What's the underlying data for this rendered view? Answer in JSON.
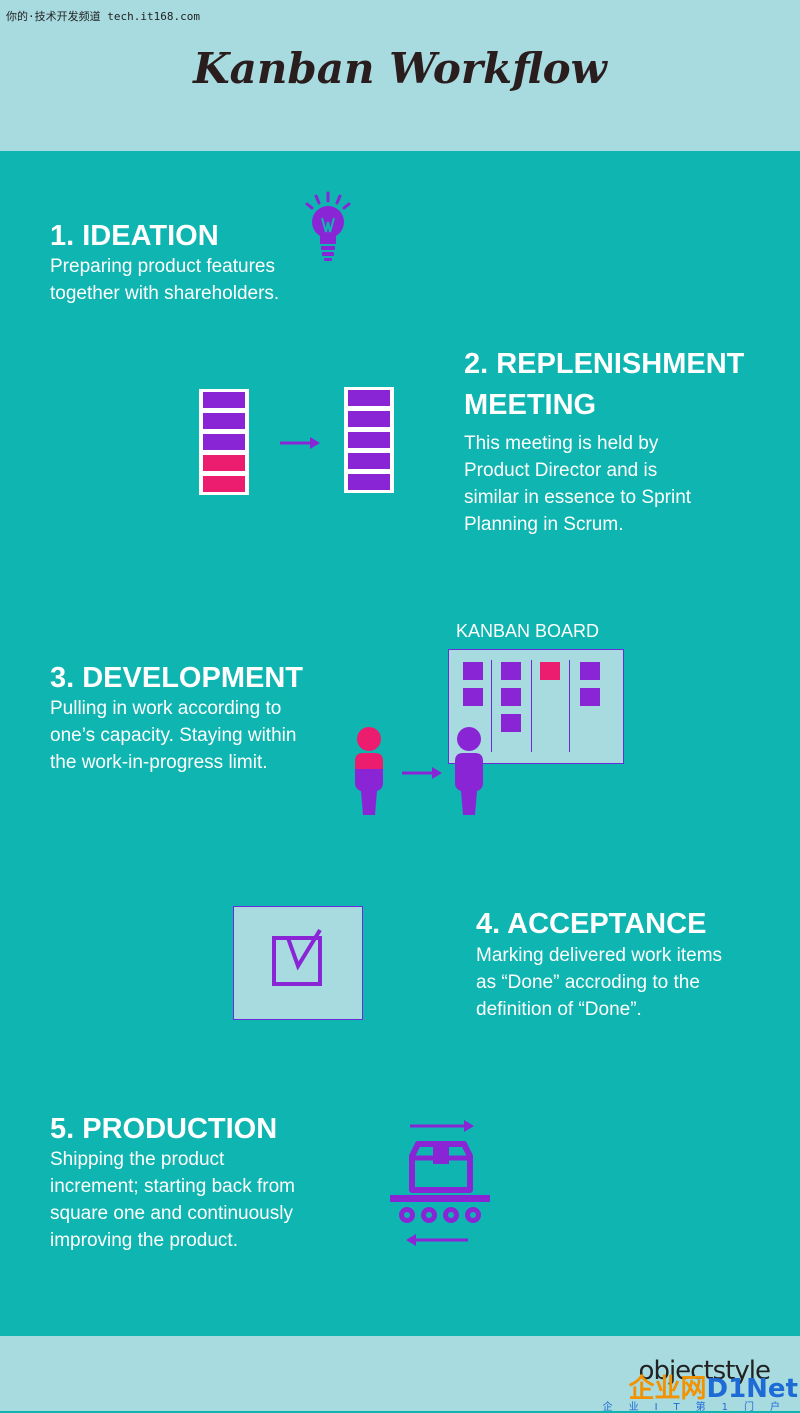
{
  "watermark_top": "你的·技术开发频道 tech.it168.com",
  "title": "Kanban Workflow",
  "steps": [
    {
      "title": "1. IDEATION",
      "text_lines": [
        "Preparing product features",
        "together with shareholders."
      ]
    },
    {
      "title_lines": [
        "2. REPLENISHMENT",
        "MEETING"
      ],
      "text_lines": [
        "This meeting is held by",
        "Product Director and is",
        "similar in essence to Sprint",
        "Planning in Scrum."
      ]
    },
    {
      "title": "3. DEVELOPMENT",
      "text_lines": [
        "Pulling in work according to",
        "one’s capacity. Staying within",
        "the work-in-progress limit."
      ]
    },
    {
      "title": "4. ACCEPTANCE",
      "text_lines": [
        "Marking delivered work items",
        "as “Done” accroding to the",
        "definition of “Done”."
      ]
    },
    {
      "title": "5. PRODUCTION",
      "text_lines": [
        "Shipping the product",
        "increment; starting back from",
        "square one and continuously",
        "improving the product."
      ]
    }
  ],
  "kanban_board_label": "KANBAN BOARD",
  "footer": {
    "brand": "objectstyle",
    "brand2_a": "企业网",
    "brand2_b": "D1Net",
    "brand_sub": "企业IT第1门户"
  },
  "colors": {
    "header_bg": "#a8dbe0",
    "main_bg": "#0fb5b0",
    "accent_purple": "#8a25d6",
    "accent_pink": "#ec1c6e"
  }
}
